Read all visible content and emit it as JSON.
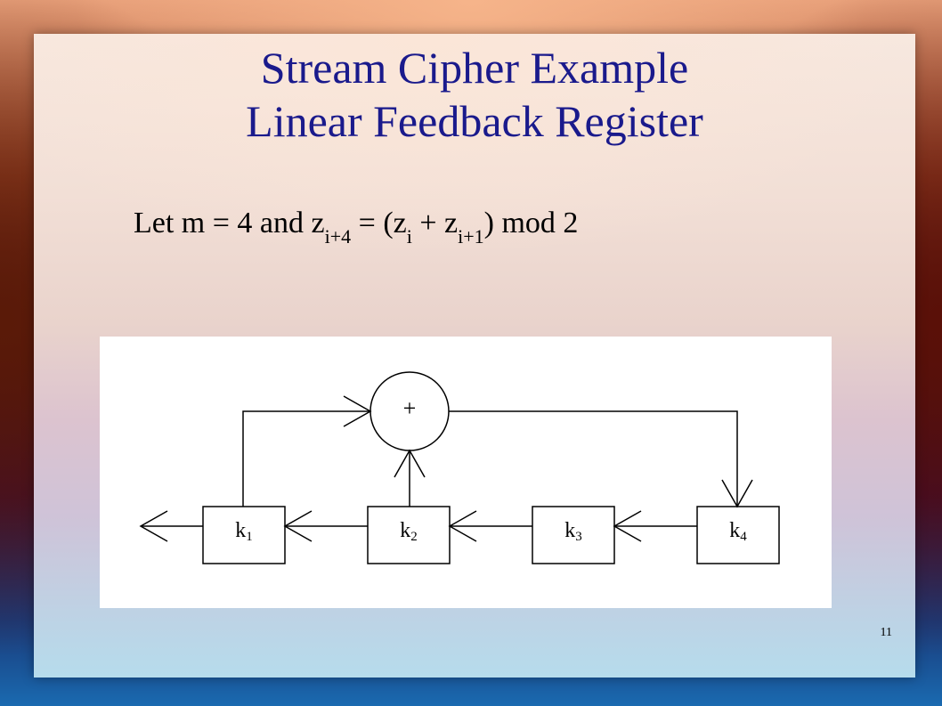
{
  "slide": {
    "title_line1": "Stream Cipher Example",
    "title_line2": "Linear Feedback Register",
    "formula": {
      "part1": "Let m = 4 and z",
      "sub1": "i+4",
      "part2": " = (z",
      "sub2": "i",
      "part3": " + z",
      "sub3": "i+1",
      "part4": ") mod 2"
    },
    "page_number": "11"
  },
  "diagram": {
    "adder_symbol": "+",
    "registers": [
      {
        "base": "k",
        "sub": "1"
      },
      {
        "base": "k",
        "sub": "2"
      },
      {
        "base": "k",
        "sub": "3"
      },
      {
        "base": "k",
        "sub": "4"
      }
    ]
  },
  "colors": {
    "title": "#1a1a8c",
    "text": "#000000",
    "diagram_bg": "#ffffff"
  }
}
